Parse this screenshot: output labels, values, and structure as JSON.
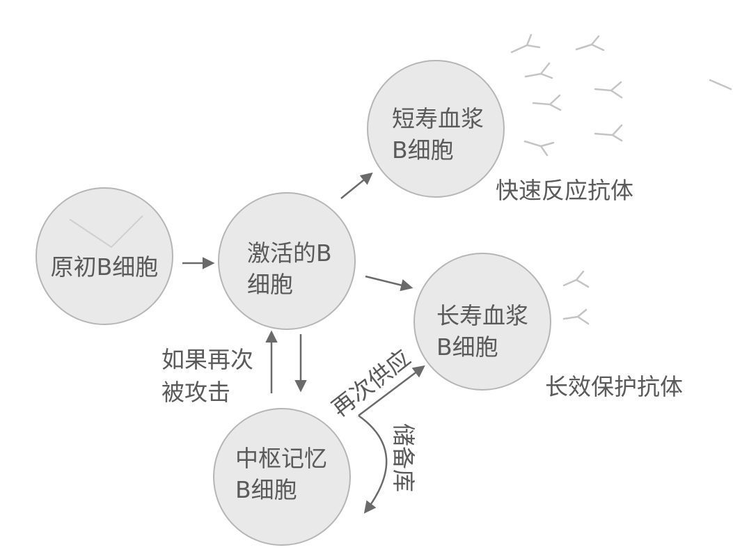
{
  "cells": {
    "naive": {
      "label": "原初B细胞"
    },
    "activated": {
      "line1": "激活的B",
      "line2": "细胞"
    },
    "short_lived": {
      "line1": "短寿血浆",
      "line2": "B细胞"
    },
    "long_lived": {
      "line1": "长寿血浆",
      "line2": "B细胞"
    },
    "memory": {
      "line1": "中枢记忆",
      "line2": "B细胞"
    }
  },
  "labels": {
    "fast_antibody": "快速反应抗体",
    "long_antibody": "长效保护抗体",
    "reattack_line1": "如果再次",
    "reattack_line2": "被攻击",
    "resupply": "再次供应",
    "reserve": "储备库"
  },
  "colors": {
    "cell_fill": "#e9e9e9",
    "cell_stroke": "#b5b5b5",
    "text": "#5a5a5a",
    "arrow": "#6a6a6a"
  }
}
